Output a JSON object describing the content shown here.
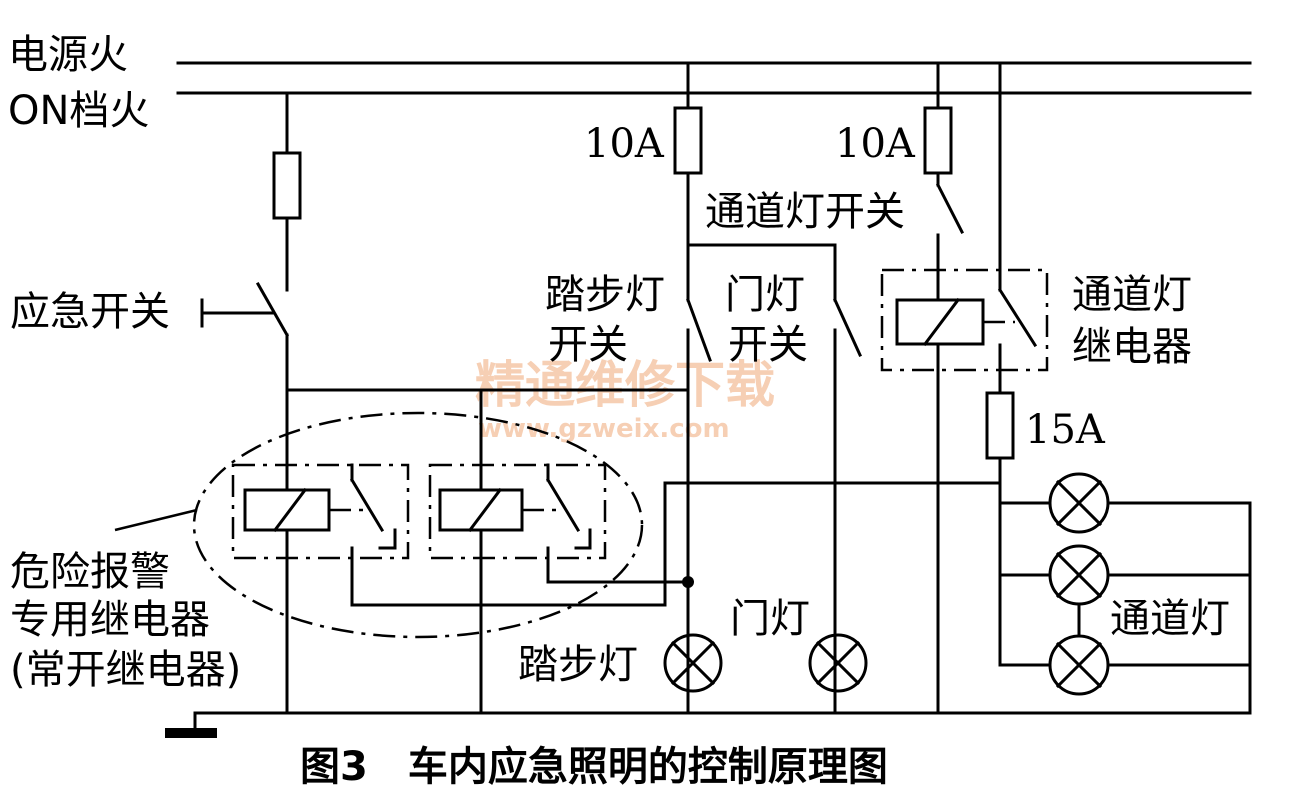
{
  "labels": {
    "power_live": "电源火",
    "on_live": "ON档火",
    "fuse_a": "10A",
    "fuse_b": "10A",
    "fuse_c": "15A",
    "aisle_switch": "通道灯开关",
    "emergency_switch": "应急开关",
    "step_switch_1": "踏步灯",
    "step_switch_2": "开关",
    "door_switch_1": "门灯",
    "door_switch_2": "开关",
    "aisle_relay_1": "通道灯",
    "aisle_relay_2": "继电器",
    "hazard_relay_1": "危险报警",
    "hazard_relay_2": "专用继电器",
    "hazard_relay_3": "(常开继电器)",
    "door_lamp": "门灯",
    "step_lamp": "踏步灯",
    "aisle_lamp": "通道灯"
  },
  "caption": "图3　车内应急照明的控制原理图",
  "watermark": {
    "text": "精通维修下载",
    "url": "www.gzweix.com"
  }
}
